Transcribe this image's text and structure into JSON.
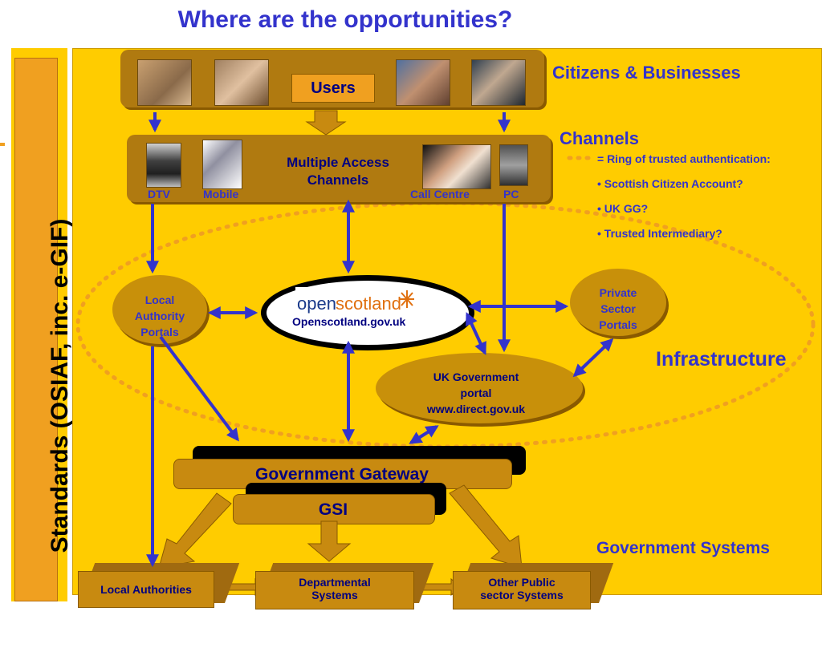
{
  "title": "Where are the opportunities?",
  "standards_label": "Standards (OSIAF, inc. e-GIF)",
  "users": {
    "label": "Users",
    "section_label": "Citizens & Businesses"
  },
  "channels": {
    "section_label": "Channels",
    "center_label_line1": "Multiple Access",
    "center_label_line2": "Channels",
    "items": [
      "DTV",
      "Mobile",
      "Call Centre",
      "PC"
    ]
  },
  "auth_notes": {
    "heading": "= Ring of trusted authentication:",
    "items": [
      "• Scottish Citizen Account?",
      "• UK GG?",
      "• Trusted Intermediary?"
    ]
  },
  "infrastructure": {
    "section_label": "Infrastructure",
    "local_portals": [
      "Local",
      "Authority",
      "Portals"
    ],
    "openscotland_logo_open": "open",
    "openscotland_logo_scotland": "scotland",
    "openscotland_url": "Openscotland.gov.uk",
    "private_portals": [
      "Private",
      "Sector",
      "Portals"
    ],
    "uk_portal": [
      "UK Government",
      "portal",
      "www.direct.gov.uk"
    ]
  },
  "gateway": {
    "label": "Government Gateway",
    "gsi": "GSI"
  },
  "government_systems": {
    "section_label": "Government Systems",
    "local_authorities": "Local Authorities",
    "departmental": [
      "Departmental",
      "Systems"
    ],
    "other_public": [
      "Other Public",
      "sector Systems"
    ]
  },
  "colors": {
    "background": "#ffcc00",
    "band": "#b07a10",
    "accent_blue": "#3333cc",
    "arrow": "#3333cc"
  }
}
